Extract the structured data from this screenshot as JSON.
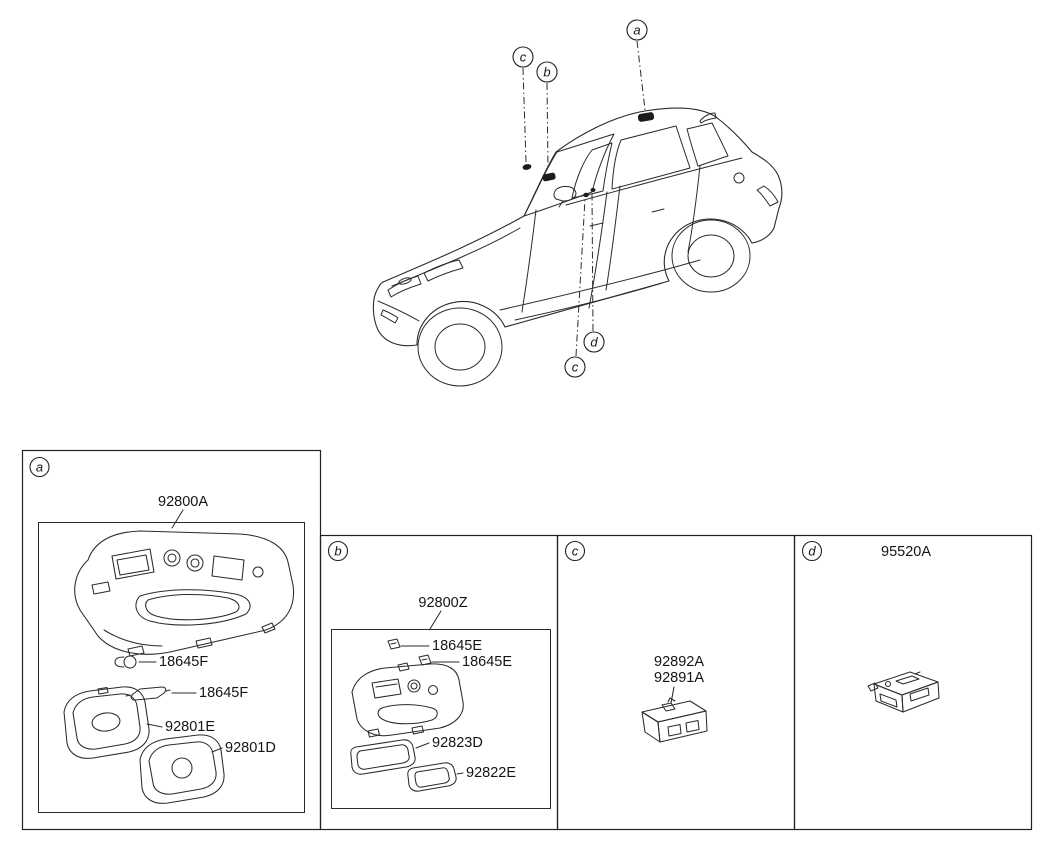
{
  "car_callouts": {
    "a": "a",
    "b": "b",
    "c_top": "c",
    "c_side": "c",
    "d": "d"
  },
  "panels": {
    "a": {
      "letter": "a",
      "console": "92800A",
      "bulb_wedge": "18645F",
      "bulb_festoon": "18645F",
      "lens_front": "92801E",
      "lens_rear": "92801D"
    },
    "b": {
      "letter": "b",
      "console": "92800Z",
      "clip_1": "18645E",
      "clip_2": "18645E",
      "plate": "92823D",
      "lens": "92822E"
    },
    "c": {
      "letter": "c",
      "lamp_upper": "92892A",
      "lamp_lower": "92891A"
    },
    "d": {
      "letter": "d",
      "lamp": "95520A"
    }
  }
}
